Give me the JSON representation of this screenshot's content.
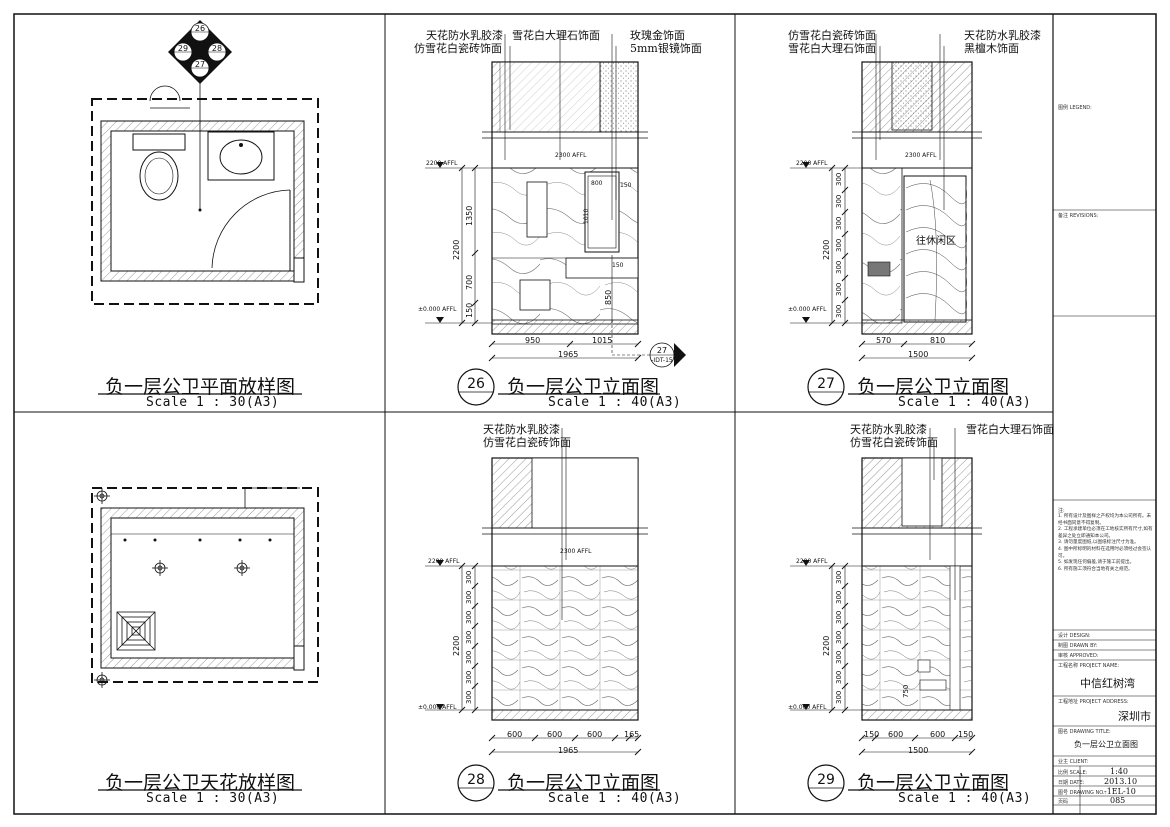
{
  "panels": [
    {
      "title": "负一层公卫平面放样图",
      "scale": "Scale 1 : 30(A3)",
      "number": ""
    },
    {
      "title": "负一层公卫立面图",
      "scale": "Scale 1 : 40(A3)",
      "number": "26"
    },
    {
      "title": "负一层公卫立面图",
      "scale": "Scale 1 : 40(A3)",
      "number": "27"
    },
    {
      "title": "负一层公卫天花放样图",
      "scale": "Scale 1 : 30(A3)",
      "number": ""
    },
    {
      "title": "负一层公卫立面图",
      "scale": "Scale 1 : 40(A3)",
      "number": "28"
    },
    {
      "title": "负一层公卫立面图",
      "scale": "Scale 1 : 40(A3)",
      "number": "29"
    }
  ],
  "index_marks": [
    "26",
    "27",
    "28",
    "29"
  ],
  "section_mark": {
    "number": "27",
    "sheet": "-IDT-15"
  },
  "callouts": {
    "e26": [
      "天花防水乳胶漆",
      "仿雪花白瓷砖饰面",
      "雪花白大理石饰面",
      "玫瑰金饰面",
      "5mm银镜饰面"
    ],
    "e27": [
      "仿雪花白瓷砖饰面",
      "雪花白大理石饰面",
      "天花防水乳胶漆",
      "黑檀木饰面"
    ],
    "e28": [
      "天花防水乳胶漆",
      "仿雪花白瓷砖饰面"
    ],
    "e29": [
      "天花防水乳胶漆",
      "仿雪花白瓷砖饰面",
      "雪花白大理石饰面"
    ],
    "door_sign": "往休闲区"
  },
  "levels": {
    "top": "2200 AFFL",
    "floor": "±0.000 AFFL",
    "ceiling": "2300 AFFL"
  },
  "dims": {
    "e26": {
      "horizontal": [
        "950",
        "1015",
        "1965"
      ],
      "vertical": [
        "150",
        "700",
        "1350",
        "2200",
        "850"
      ],
      "small": [
        "800",
        "150",
        "1010",
        "150"
      ]
    },
    "e27": {
      "horizontal": [
        "570",
        "810",
        "1500"
      ],
      "vertical": [
        "300",
        "300",
        "300",
        "300",
        "300",
        "300",
        "300",
        "2200"
      ]
    },
    "e28": {
      "horizontal": [
        "600",
        "600",
        "600",
        "165",
        "1965"
      ],
      "vertical": [
        "300",
        "300",
        "300",
        "300",
        "300",
        "300",
        "300",
        "2200"
      ]
    },
    "e29": {
      "horizontal": [
        "150",
        "600",
        "600",
        "150",
        "1500"
      ],
      "vertical": [
        "300",
        "300",
        "300",
        "300",
        "300",
        "300",
        "300",
        "2200",
        "750"
      ]
    }
  },
  "title_block": {
    "legend_label": "图例 LEGEND:",
    "revisions_label": "备注 REVISIONS:",
    "notes_label": "注:",
    "notes": [
      "所有设计及图样之产权均为本公司所有。未经书面同意不得复制。",
      "工程承建单位必须在工地核实所有尺寸,如有差异之处立即通知本公司。",
      "请勿量度图纸,以图纸标注尺寸为准。",
      "图中所标明的材料在选用时必须经过会签认可。",
      "如发现任何偏差,请于施工前提出。",
      "所有施工须符合当地有关之规范。"
    ],
    "design_label": "设计 DESIGN:",
    "drawn_label": "制图 DRAWN BY:",
    "approved_label": "审核 APPROVED:",
    "project_name_label": "工程名称 PROJECT NAME:",
    "project_name": "中信红树湾",
    "project_address_label": "工程地址 PROJECT ADDRESS:",
    "project_address": "深圳市",
    "drawing_title_label": "图名 DRAWING TITLE:",
    "drawing_title": "负一层公卫立面图",
    "client_label": "业主 CLIENT:",
    "scale_label": "比例 SCALE:",
    "scale": "1:40",
    "date_label": "日期 DATE:",
    "date": "2013.10",
    "drawing_no_label": "图号 DRAWING NO.:",
    "drawing_no": "-1EL-10",
    "page_label": "页码",
    "page": "085"
  }
}
